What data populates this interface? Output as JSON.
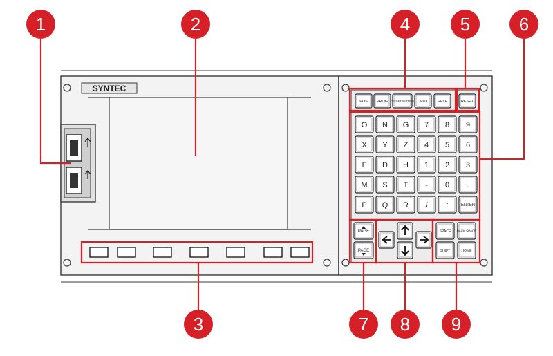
{
  "brand": "SYNTEC",
  "colors": {
    "callout": "#d62027",
    "panel_fill": "#f1f1f1",
    "outline": "#3a3a3a"
  },
  "callouts": [
    "1",
    "2",
    "3",
    "4",
    "5",
    "6",
    "7",
    "8",
    "9"
  ],
  "function_keys": [
    "POS",
    "PROG",
    "OFFSET SETTING",
    "MDI",
    "HELP",
    "RESET"
  ],
  "alnum_keys": [
    [
      "O",
      "N",
      "G",
      "7",
      "8",
      "9"
    ],
    [
      "X",
      "Y",
      "Z",
      "4",
      "5",
      "6"
    ],
    [
      "F",
      "D",
      "H",
      "1",
      "2",
      "3"
    ],
    [
      "M",
      "S",
      "T",
      "-",
      "0",
      "."
    ],
    [
      "P",
      "Q",
      "R",
      "/",
      ":",
      "ENTER"
    ]
  ],
  "page_keys": [
    "PAGE",
    "PAGE"
  ],
  "edit_keys": [
    "SPACE",
    "BACK SPACE",
    "SHIFT",
    "HOME"
  ],
  "softkey_count": 7,
  "icons": {
    "usb": "usb-port-icon",
    "arrows": [
      "arrow-up-icon",
      "arrow-left-icon",
      "arrow-down-icon",
      "arrow-right-icon"
    ]
  }
}
